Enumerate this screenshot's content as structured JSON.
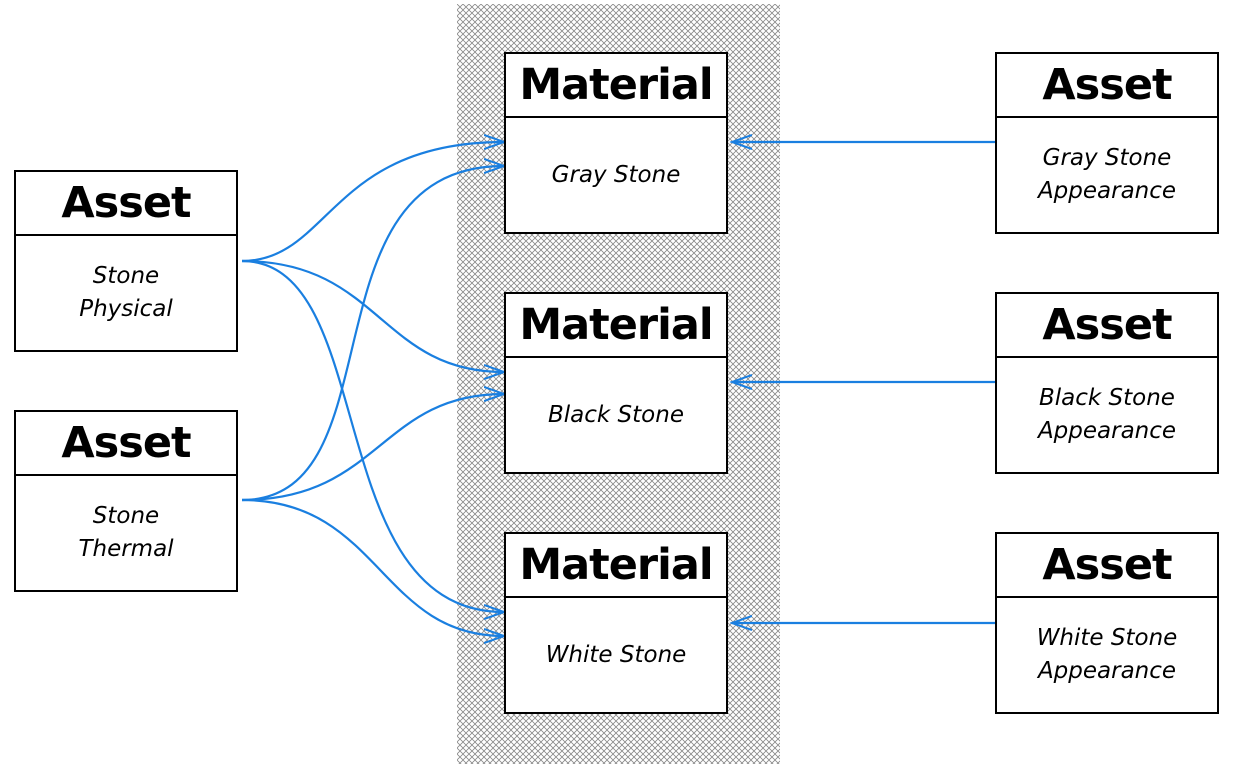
{
  "colors": {
    "connector": "#1a7fe0",
    "border": "#000000",
    "hatch": "#888888"
  },
  "materials": [
    {
      "header": "Material",
      "name": "Gray Stone"
    },
    {
      "header": "Material",
      "name": "Black Stone"
    },
    {
      "header": "Material",
      "name": "White Stone"
    }
  ],
  "appearance_assets": [
    {
      "header": "Asset",
      "name_line1": "Gray Stone",
      "name_line2": "Appearance"
    },
    {
      "header": "Asset",
      "name_line1": "Black Stone",
      "name_line2": "Appearance"
    },
    {
      "header": "Asset",
      "name_line1": "White Stone",
      "name_line2": "Appearance"
    }
  ],
  "shared_assets": [
    {
      "header": "Asset",
      "name_line1": "Stone",
      "name_line2": "Physical"
    },
    {
      "header": "Asset",
      "name_line1": "Stone",
      "name_line2": "Thermal"
    }
  ]
}
